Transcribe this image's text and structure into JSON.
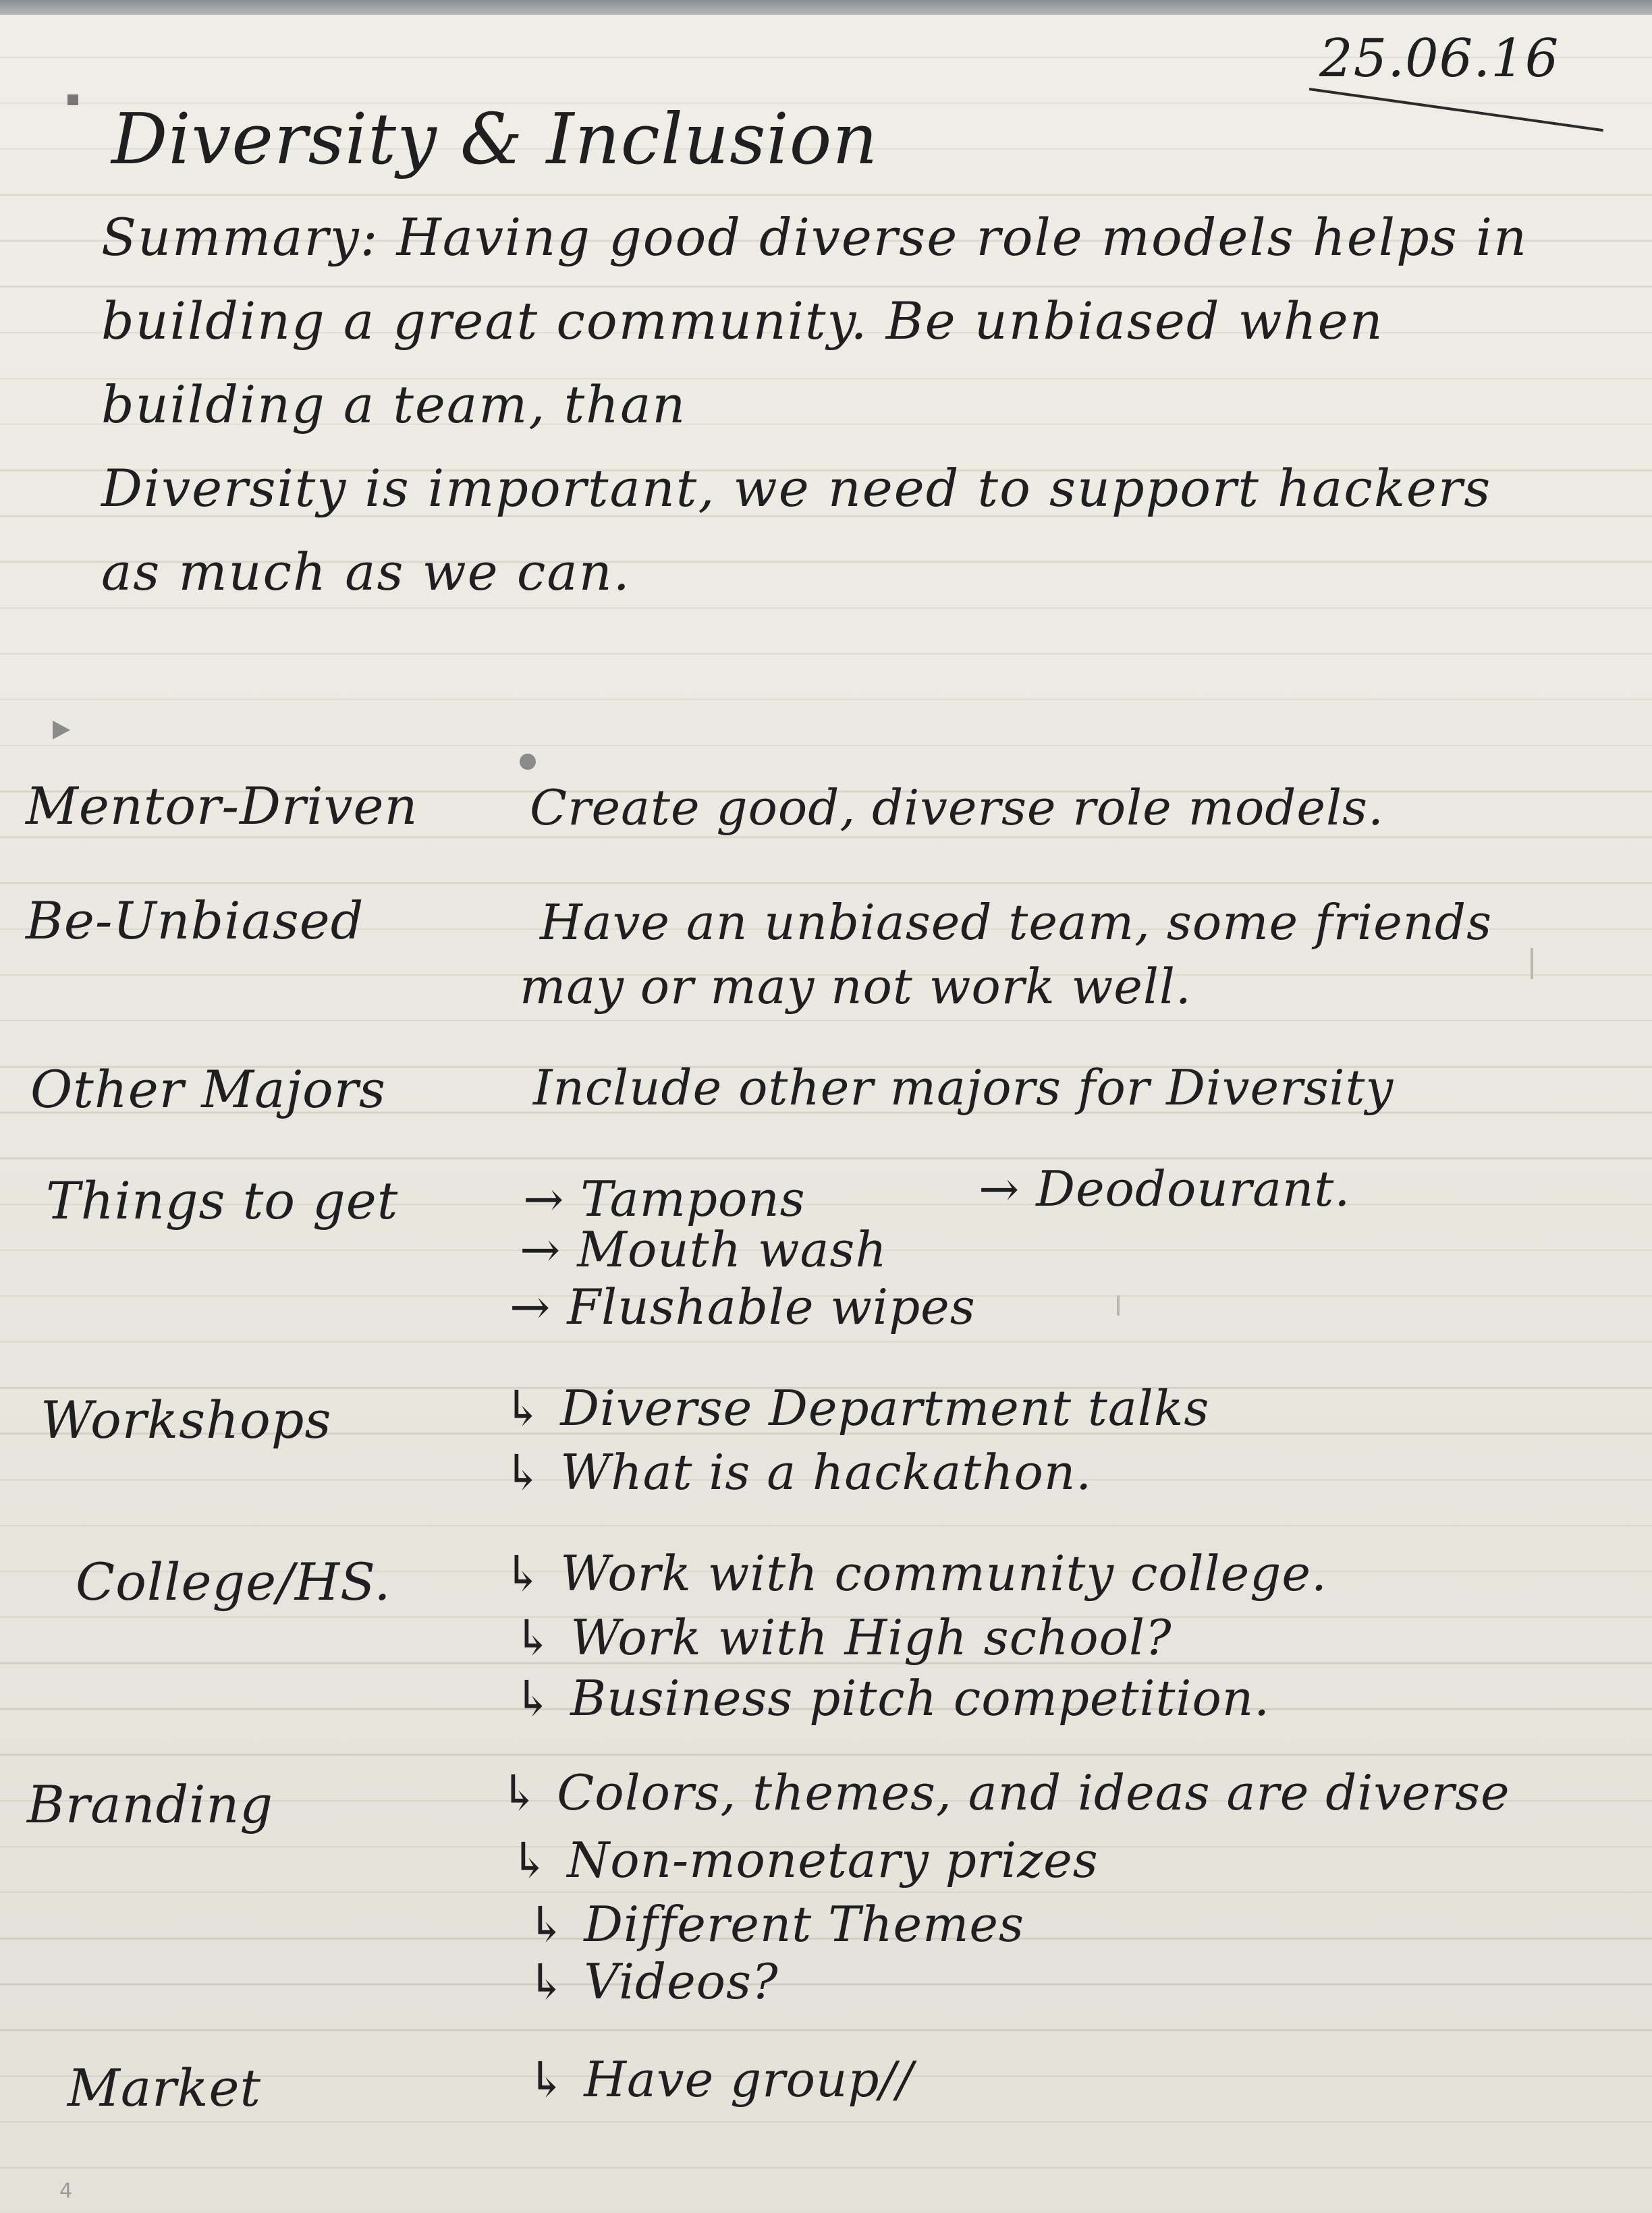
{
  "date": "25.06.16",
  "heading": "Diversity & Inclusion",
  "summary": {
    "line1": "Summary: Having good diverse role models helps in building a great community. Be unbiased when building a team, than",
    "line2": "Diversity is important, we need to support hackers as much as we can."
  },
  "rows": [
    {
      "label": "Mentor-Driven",
      "lines": [
        "Create good, diverse role models."
      ]
    },
    {
      "label": "Be-Unbiased",
      "lines": [
        "Have an unbiased team, some friends",
        "may or may not work well."
      ]
    },
    {
      "label": "Other Majors",
      "lines": [
        "Include other majors for Diversity"
      ]
    },
    {
      "label": "Things to get",
      "lines": [
        "→ Tampons",
        "→ Mouth wash",
        "→ Flushable wipes"
      ],
      "extra": "→ Deodourant."
    },
    {
      "label": "Workshops",
      "lines": [
        "↳ Diverse Department talks",
        "↳ What is a hackathon."
      ]
    },
    {
      "label": "College/HS.",
      "lines": [
        "↳ Work with community college.",
        "↳ Work with High school?",
        "↳ Business pitch competition."
      ]
    },
    {
      "label": "Branding",
      "lines": [
        "↳ Colors, themes, and ideas are diverse",
        "↳ Non-monetary prizes",
        "↳ Different Themes",
        "↳ Videos?"
      ]
    },
    {
      "label": "Market",
      "lines": [
        "↳ Have group//"
      ]
    }
  ],
  "page_number": "4"
}
